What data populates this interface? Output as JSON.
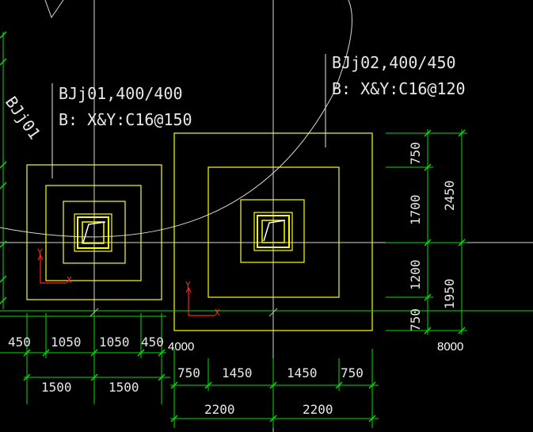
{
  "labels": {
    "footing1_name": "BJj01,400/400",
    "footing1_rebar": "B: X&Y:C16@150",
    "footing2_name": "BJj02,400/450",
    "footing2_rebar": "B: X&Y:C16@120",
    "rotated_label": "BJj01",
    "grid_4000": "4000",
    "grid_8000": "8000",
    "ucs_x": "X",
    "ucs_y": "Y"
  },
  "dims": {
    "left_row1": [
      "450",
      "1050",
      "1050",
      "450"
    ],
    "left_row2": [
      "1500",
      "1500"
    ],
    "mid_row1": [
      "750",
      "1450",
      "1450",
      "750"
    ],
    "mid_row2": [
      "2200",
      "2200"
    ],
    "right_col1": [
      "750",
      "1700",
      "1200",
      "750"
    ],
    "right_col2": [
      "2450",
      "1950"
    ]
  },
  "colors": {
    "background": "#000000",
    "footing": "#ffff00",
    "dimension": "#00ff00",
    "grid_line": "#ffffff",
    "ucs": "#ff0000",
    "text": "#ffffff"
  }
}
